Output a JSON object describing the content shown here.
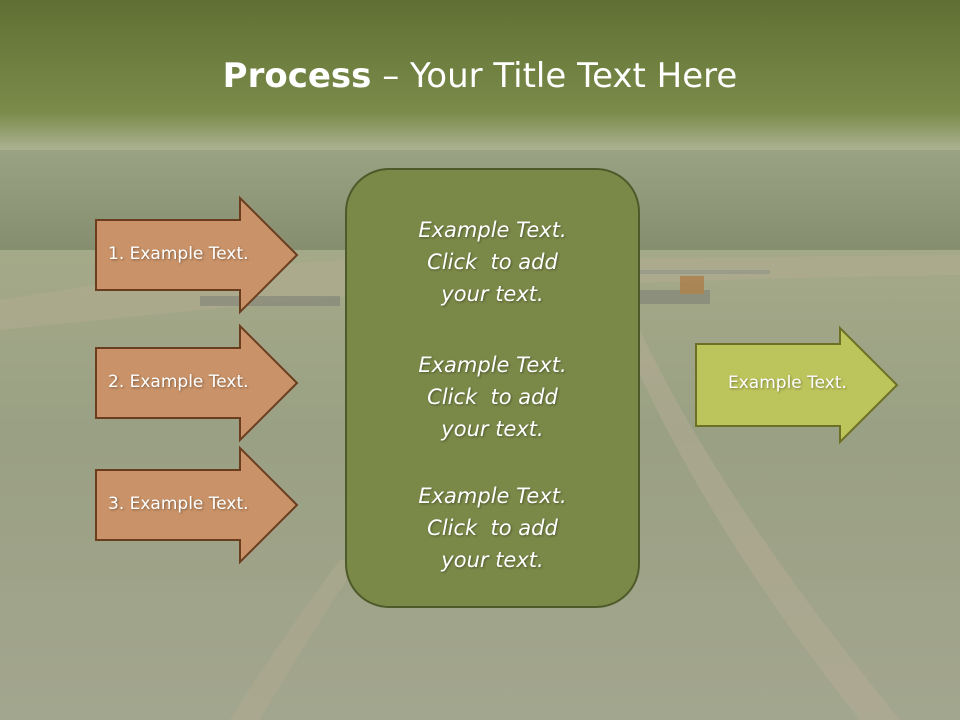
{
  "title": {
    "bold": "Process",
    "separator": " – ",
    "rest": "Your Title Text Here"
  },
  "left_arrows": [
    {
      "label": "1. Example Text."
    },
    {
      "label": "2. Example Text."
    },
    {
      "label": "3. Example Text."
    }
  ],
  "center_box": {
    "blocks": [
      {
        "lines": [
          "Example Text.",
          "Click  to add",
          "your text."
        ]
      },
      {
        "lines": [
          "Example Text.",
          "Click  to add",
          "your text."
        ]
      },
      {
        "lines": [
          "Example Text.",
          "Click  to add",
          "your text."
        ]
      }
    ]
  },
  "right_arrow": {
    "label": "Example Text."
  },
  "colors": {
    "title_bar": "#6b7d3c",
    "left_arrow_fill": "#c99268",
    "left_arrow_stroke": "#6a3d1f",
    "center_fill": "#7a8848",
    "right_arrow_fill": "#bcc45c",
    "right_arrow_stroke": "#6b7025"
  }
}
